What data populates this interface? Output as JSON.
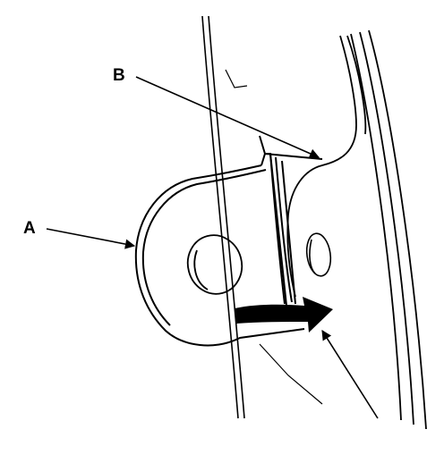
{
  "diagram": {
    "callouts": [
      {
        "id": "A",
        "label": "A"
      },
      {
        "id": "B",
        "label": "B"
      }
    ],
    "colors": {
      "ink": "#000000",
      "paper": "#ffffff"
    }
  }
}
